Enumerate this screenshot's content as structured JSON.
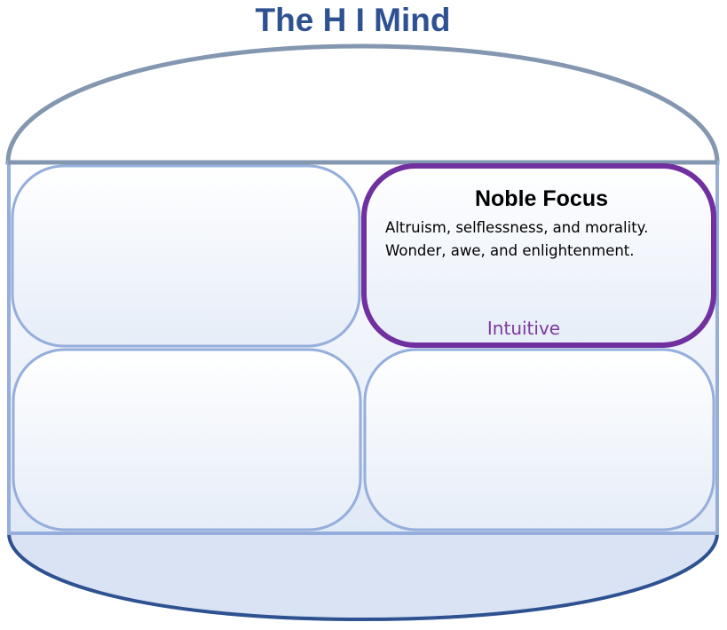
{
  "title": "The H I Mind",
  "colors": {
    "title": "#2E5191",
    "dome_stroke": "#8497B0",
    "box_stroke": "#95AEDB",
    "base_stroke": "#2E5191",
    "base_fill": "#D9E3F3",
    "highlight_stroke": "#7030A0",
    "highlight_label": "#7B3A9E"
  },
  "quadrants": {
    "top_left": {
      "heading": "",
      "lines": [],
      "label": ""
    },
    "top_right": {
      "heading": "Noble Focus",
      "lines": [
        "Altruism, selflessness, and morality.",
        "Wonder, awe, and enlightenment."
      ],
      "label": "Intuitive",
      "highlighted": true
    },
    "bottom_left": {
      "heading": "",
      "lines": [],
      "label": ""
    },
    "bottom_right": {
      "heading": "",
      "lines": [],
      "label": ""
    }
  }
}
